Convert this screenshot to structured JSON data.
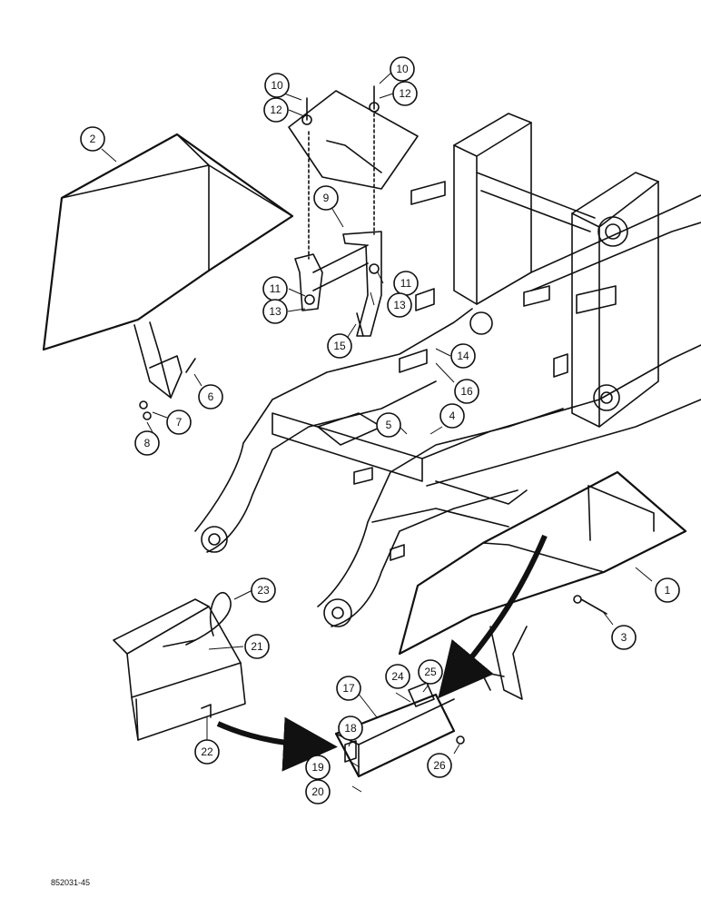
{
  "diagram": {
    "reference_code": "852031-45",
    "callouts": [
      "1",
      "2",
      "3",
      "4",
      "5",
      "6",
      "7",
      "8",
      "9",
      "10",
      "10",
      "11",
      "11",
      "12",
      "12",
      "13",
      "13",
      "14",
      "15",
      "16",
      "17",
      "18",
      "19",
      "20",
      "21",
      "22",
      "23",
      "24",
      "25",
      "26"
    ]
  }
}
